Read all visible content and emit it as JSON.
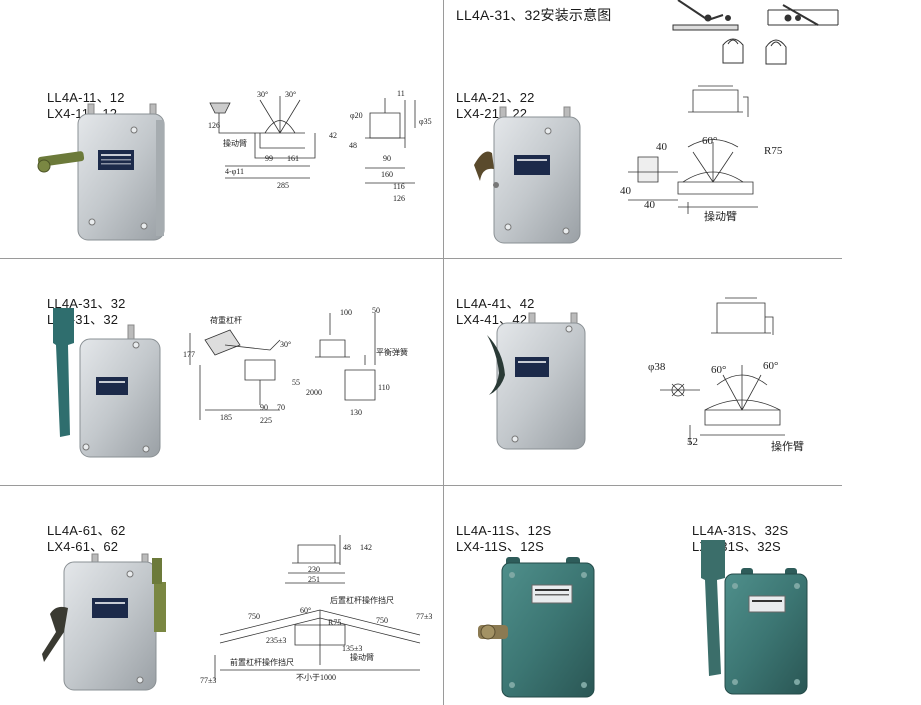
{
  "panels": {
    "p1": {
      "line1": "LL4A-11、12",
      "line2": "LX4-11、12"
    },
    "p2": {
      "line1": "LL4A-21、22",
      "line2": "LX4-21、22"
    },
    "p3": {
      "line1": "LL4A-31、32",
      "line2": "LX4-31、32"
    },
    "p4": {
      "line1": "LL4A-41、42",
      "line2": "LX4-41、42"
    },
    "p5": {
      "line1": "LL4A-61、62",
      "line2": "LX4-61、62"
    },
    "p6": {
      "line1": "LL4A-11S、12S",
      "line2": "LX4-11S、12S"
    },
    "p7": {
      "line1": "LL4A-31S、32S",
      "line2": "LX4-31S、32S"
    }
  },
  "install_title": "LL4A-31、32安装示意图",
  "drawings": {
    "d1": {
      "a30l": "30°",
      "a30r": "30°",
      "arm": "操动臂",
      "holes": "4-φ11",
      "d99": "99",
      "d161": "161",
      "d285": "285",
      "d42": "42",
      "d126v": "126",
      "phi20": "φ20",
      "d11": "11",
      "phi35": "φ35",
      "d48": "48",
      "d90": "90",
      "d160": "160",
      "d116": "116",
      "d126": "126"
    },
    "d2": {
      "d40a": "40",
      "a60": "60°",
      "r75": "R75",
      "d40b": "40",
      "d40c": "40",
      "arm": "操动臂"
    },
    "d3": {
      "lever": "荷重杠杆",
      "a30": "30°",
      "d177": "177",
      "d55": "55",
      "d2000": "2000",
      "d185": "185",
      "d90": "90",
      "d70": "70",
      "d225": "225",
      "d100": "100",
      "d50": "50",
      "spring": "平衡弹簧",
      "d110": "110",
      "d130": "130"
    },
    "d4": {
      "phi38": "φ38",
      "a60l": "60°",
      "a60r": "60°",
      "d52": "52",
      "arm": "操作臂"
    },
    "d5": {
      "d48": "48",
      "d142": "142",
      "d230": "230",
      "d251": "251",
      "a60": "60°",
      "r75": "R75",
      "d750l": "750",
      "d750r": "750",
      "back": "后置杠杆操作挡尺",
      "front": "前置杠杆操作挡尺",
      "arm": "操动臂",
      "min1000": "不小于1000",
      "d77": "77±3",
      "d77r": "77±3",
      "d235": "235±3",
      "d135": "135±3"
    }
  }
}
